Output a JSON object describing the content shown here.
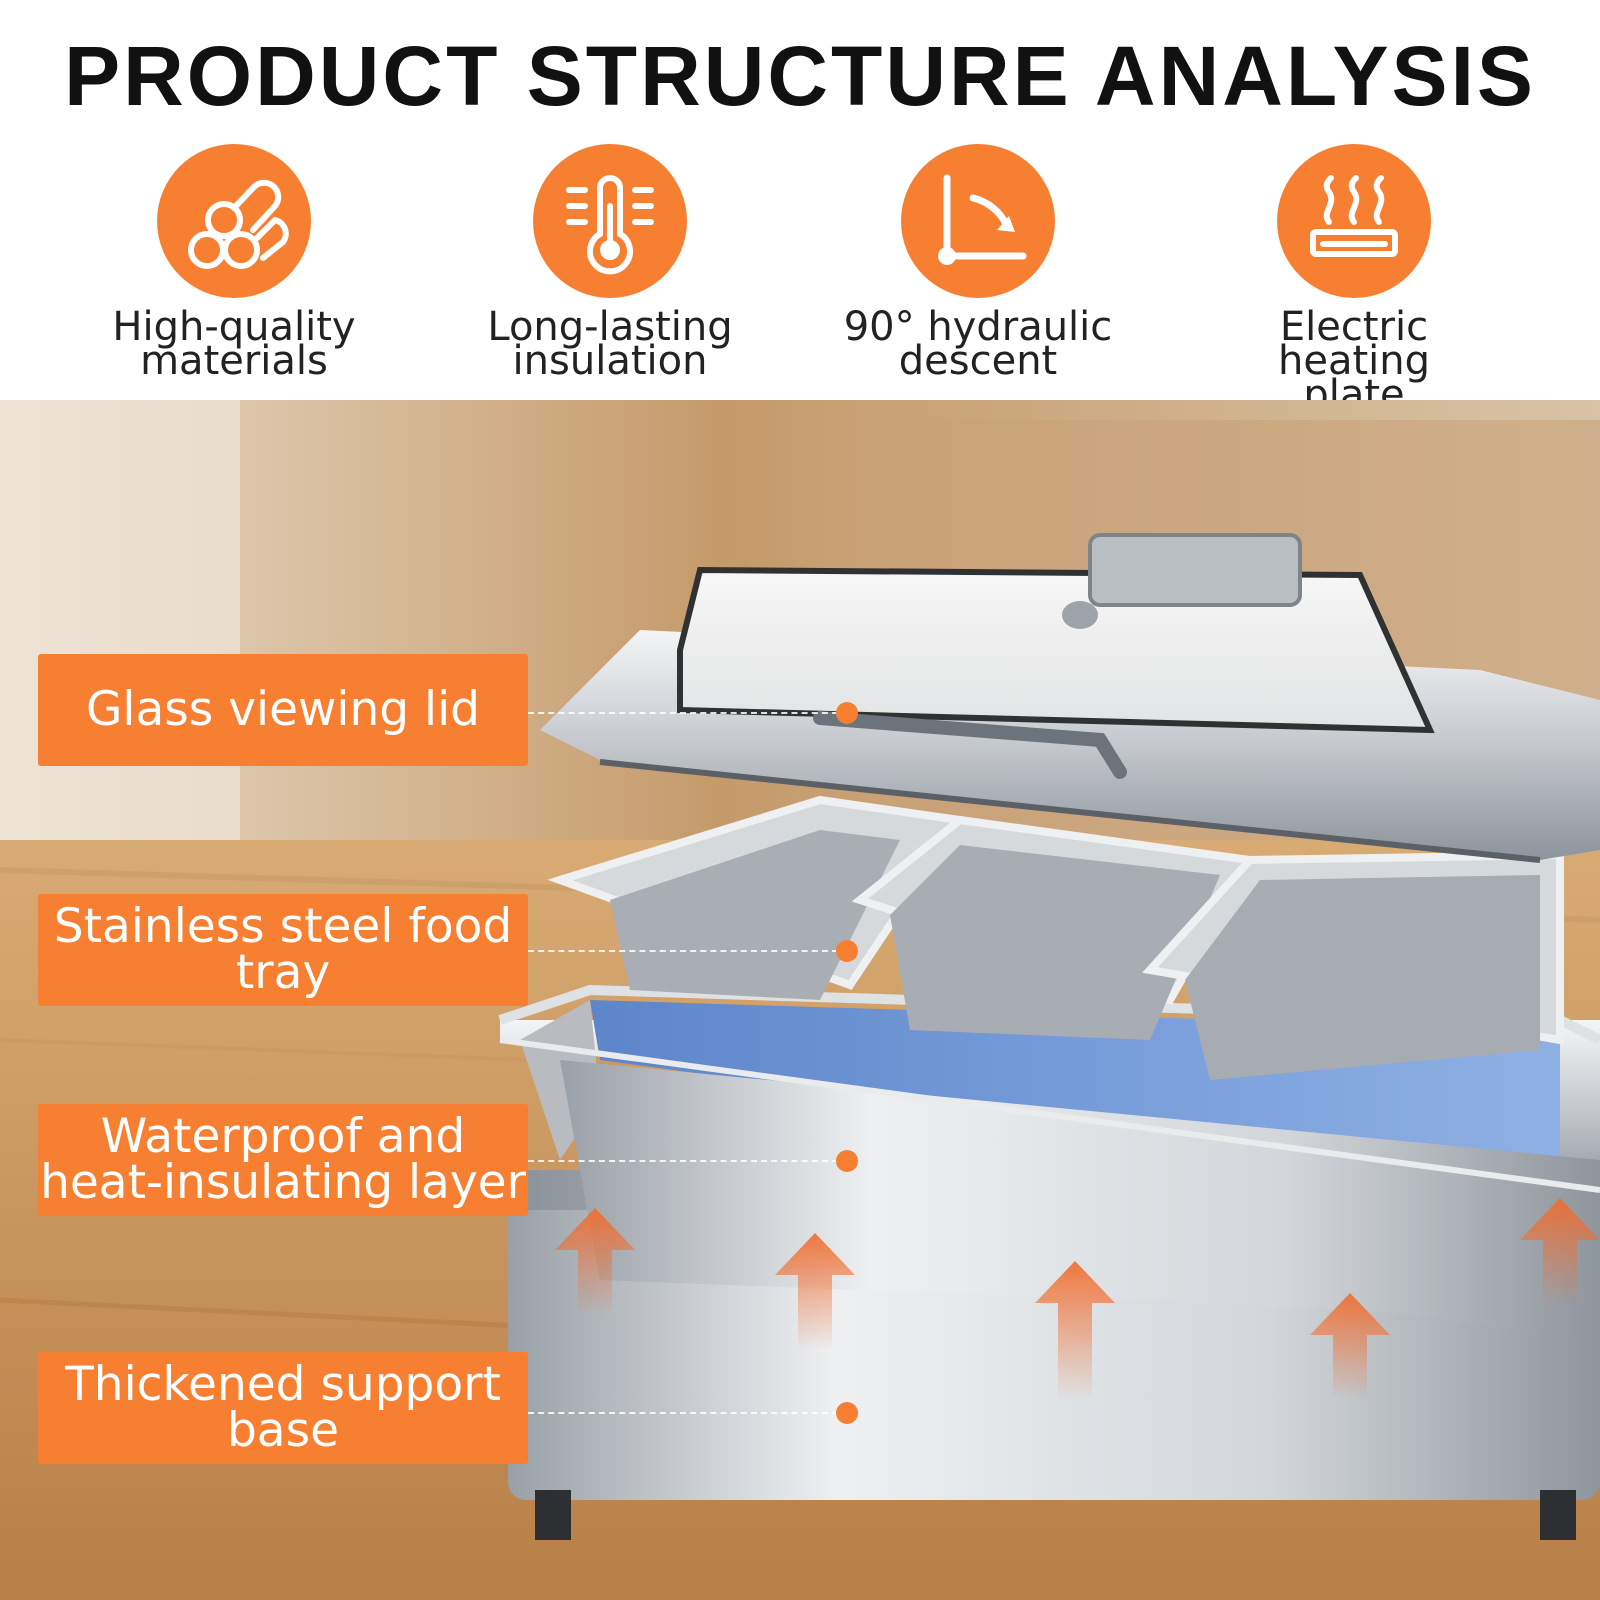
{
  "header": {
    "title": "PRODUCT STRUCTURE ANALYSIS"
  },
  "features": [
    {
      "icon": "logs-icon",
      "label_line1": "High-quality",
      "label_line2": "materials"
    },
    {
      "icon": "thermometer-icon",
      "label_line1": "Long-lasting",
      "label_line2": "insulation"
    },
    {
      "icon": "right-angle-icon",
      "label_line1": "90° hydraulic",
      "label_line2": "descent"
    },
    {
      "icon": "heat-plate-icon",
      "label_line1": "Electric heating",
      "label_line2": "plate"
    }
  ],
  "callouts": [
    {
      "line1": "Glass viewing lid",
      "line2": ""
    },
    {
      "line1": "Stainless steel food",
      "line2": "tray"
    },
    {
      "line1": "Waterproof and",
      "line2": "heat-insulating layer"
    },
    {
      "line1": "Thickened support",
      "line2": "base"
    }
  ],
  "colors": {
    "accent": "#f77f32",
    "title": "#111111",
    "water": "#6f95d4",
    "steel": "#c9cdd2"
  }
}
